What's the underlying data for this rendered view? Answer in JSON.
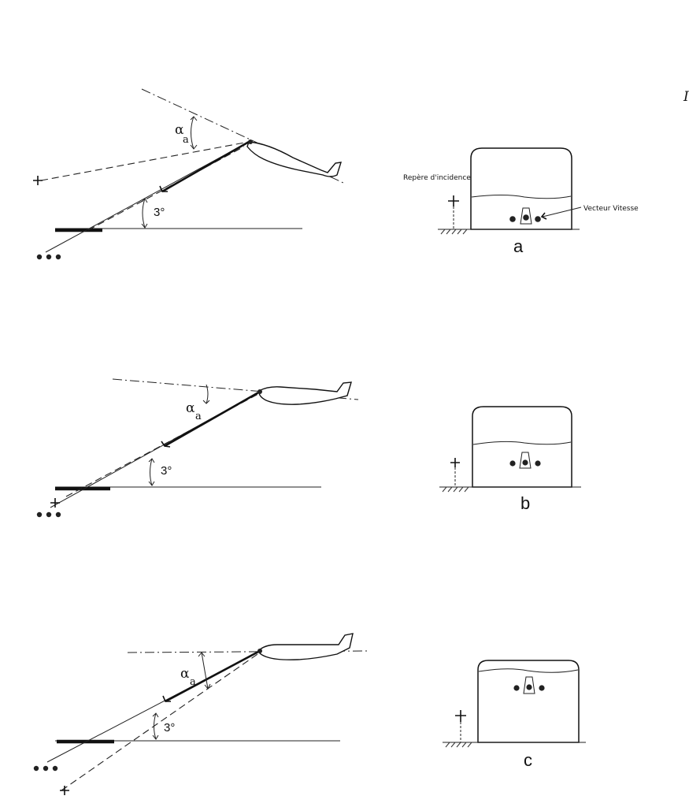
{
  "figure": {
    "alpha_symbol": "α",
    "alpha_subscript": "a",
    "slope_label": "3°",
    "incidence_marker_label": "Repère d'incidence",
    "velocity_vector_label": "Vecteur Vitesse",
    "panels": [
      {
        "letter": "a"
      },
      {
        "letter": "b"
      },
      {
        "letter": "c"
      }
    ],
    "edge_mark": "I"
  }
}
